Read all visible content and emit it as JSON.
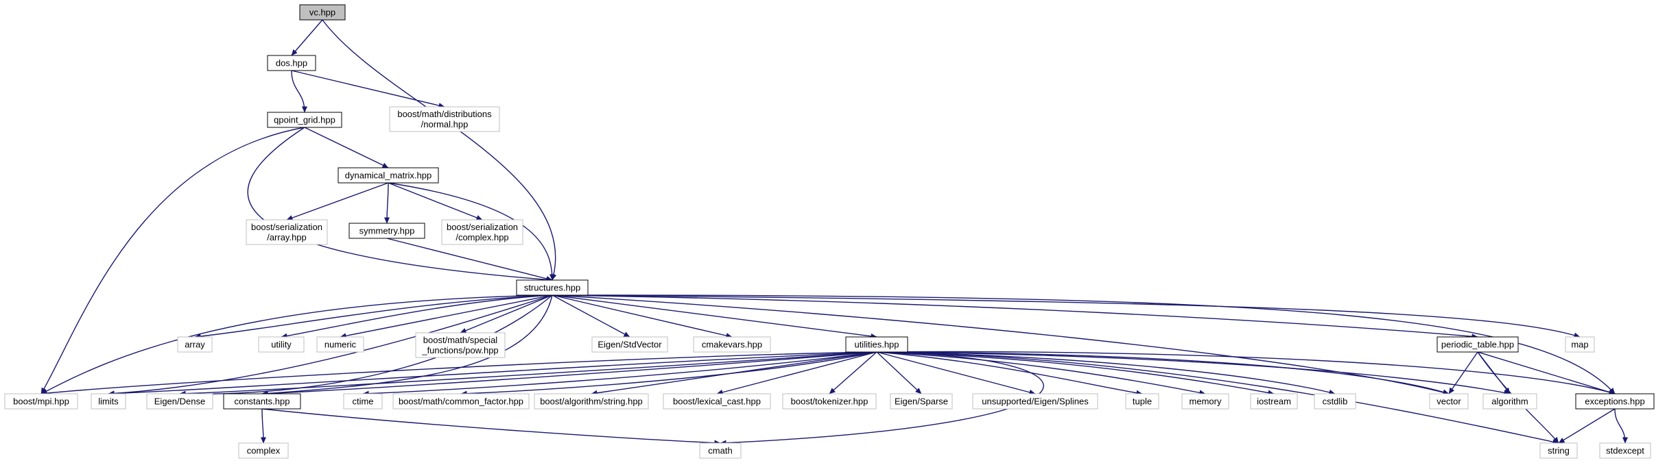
{
  "graph": {
    "colors": {
      "edge": "#191970",
      "root_fill": "#bfbfbf",
      "documented_border": "#000000",
      "external_border": "#bfbfbf",
      "background": "#ffffff"
    },
    "nodes": [
      {
        "id": "vc",
        "lines": [
          "vc.hpp"
        ],
        "kind": "root"
      },
      {
        "id": "dos",
        "lines": [
          "dos.hpp"
        ],
        "kind": "documented"
      },
      {
        "id": "normal",
        "lines": [
          "boost/math/distributions",
          "/normal.hpp"
        ],
        "kind": "external"
      },
      {
        "id": "qpoint",
        "lines": [
          "qpoint_grid.hpp"
        ],
        "kind": "documented"
      },
      {
        "id": "dynmat",
        "lines": [
          "dynamical_matrix.hpp"
        ],
        "kind": "documented"
      },
      {
        "id": "ser_array",
        "lines": [
          "boost/serialization",
          "/array.hpp"
        ],
        "kind": "external"
      },
      {
        "id": "symmetry",
        "lines": [
          "symmetry.hpp"
        ],
        "kind": "documented"
      },
      {
        "id": "ser_complex",
        "lines": [
          "boost/serialization",
          "/complex.hpp"
        ],
        "kind": "external"
      },
      {
        "id": "structures",
        "lines": [
          "structures.hpp"
        ],
        "kind": "documented"
      },
      {
        "id": "array",
        "lines": [
          "array"
        ],
        "kind": "external"
      },
      {
        "id": "utility",
        "lines": [
          "utility"
        ],
        "kind": "external"
      },
      {
        "id": "numeric",
        "lines": [
          "numeric"
        ],
        "kind": "external"
      },
      {
        "id": "pow",
        "lines": [
          "boost/math/special",
          "_functions/pow.hpp"
        ],
        "kind": "external"
      },
      {
        "id": "stdvector",
        "lines": [
          "Eigen/StdVector"
        ],
        "kind": "external"
      },
      {
        "id": "cmakevars",
        "lines": [
          "cmakevars.hpp"
        ],
        "kind": "external"
      },
      {
        "id": "utilities",
        "lines": [
          "utilities.hpp"
        ],
        "kind": "documented"
      },
      {
        "id": "periodic",
        "lines": [
          "periodic_table.hpp"
        ],
        "kind": "documented"
      },
      {
        "id": "map",
        "lines": [
          "map"
        ],
        "kind": "external"
      },
      {
        "id": "mpi",
        "lines": [
          "boost/mpi.hpp"
        ],
        "kind": "external"
      },
      {
        "id": "limits",
        "lines": [
          "limits"
        ],
        "kind": "external"
      },
      {
        "id": "dense",
        "lines": [
          "Eigen/Dense"
        ],
        "kind": "external"
      },
      {
        "id": "constants",
        "lines": [
          "constants.hpp"
        ],
        "kind": "documented"
      },
      {
        "id": "ctime",
        "lines": [
          "ctime"
        ],
        "kind": "external"
      },
      {
        "id": "common_factor",
        "lines": [
          "boost/math/common_factor.hpp"
        ],
        "kind": "external"
      },
      {
        "id": "algo_string",
        "lines": [
          "boost/algorithm/string.hpp"
        ],
        "kind": "external"
      },
      {
        "id": "lexical",
        "lines": [
          "boost/lexical_cast.hpp"
        ],
        "kind": "external"
      },
      {
        "id": "tokenizer",
        "lines": [
          "boost/tokenizer.hpp"
        ],
        "kind": "external"
      },
      {
        "id": "sparse",
        "lines": [
          "Eigen/Sparse"
        ],
        "kind": "external"
      },
      {
        "id": "splines",
        "lines": [
          "unsupported/Eigen/Splines"
        ],
        "kind": "external"
      },
      {
        "id": "tuple",
        "lines": [
          "tuple"
        ],
        "kind": "external"
      },
      {
        "id": "memory",
        "lines": [
          "memory"
        ],
        "kind": "external"
      },
      {
        "id": "iostream",
        "lines": [
          "iostream"
        ],
        "kind": "external"
      },
      {
        "id": "cstdlib",
        "lines": [
          "cstdlib"
        ],
        "kind": "external"
      },
      {
        "id": "vector",
        "lines": [
          "vector"
        ],
        "kind": "external"
      },
      {
        "id": "algorithm",
        "lines": [
          "algorithm"
        ],
        "kind": "external"
      },
      {
        "id": "exceptions",
        "lines": [
          "exceptions.hpp"
        ],
        "kind": "documented"
      },
      {
        "id": "complex",
        "lines": [
          "complex"
        ],
        "kind": "external"
      },
      {
        "id": "cmath",
        "lines": [
          "cmath"
        ],
        "kind": "external"
      },
      {
        "id": "string",
        "lines": [
          "string"
        ],
        "kind": "external"
      },
      {
        "id": "stdexcept",
        "lines": [
          "stdexcept"
        ],
        "kind": "external"
      }
    ],
    "edges": [
      [
        "vc",
        "dos"
      ],
      [
        "vc",
        "structures"
      ],
      [
        "dos",
        "normal"
      ],
      [
        "dos",
        "qpoint"
      ],
      [
        "qpoint",
        "dynmat"
      ],
      [
        "qpoint",
        "structures"
      ],
      [
        "qpoint",
        "mpi"
      ],
      [
        "dynmat",
        "ser_array"
      ],
      [
        "dynmat",
        "symmetry"
      ],
      [
        "dynmat",
        "ser_complex"
      ],
      [
        "dynmat",
        "structures"
      ],
      [
        "symmetry",
        "structures"
      ],
      [
        "structures",
        "array"
      ],
      [
        "structures",
        "utility"
      ],
      [
        "structures",
        "numeric"
      ],
      [
        "structures",
        "pow"
      ],
      [
        "structures",
        "stdvector"
      ],
      [
        "structures",
        "cmakevars"
      ],
      [
        "structures",
        "utilities"
      ],
      [
        "structures",
        "periodic"
      ],
      [
        "structures",
        "map"
      ],
      [
        "structures",
        "mpi"
      ],
      [
        "structures",
        "limits"
      ],
      [
        "structures",
        "dense"
      ],
      [
        "structures",
        "constants"
      ],
      [
        "structures",
        "vector"
      ],
      [
        "structures",
        "exceptions"
      ],
      [
        "utilities",
        "mpi"
      ],
      [
        "utilities",
        "limits"
      ],
      [
        "utilities",
        "dense"
      ],
      [
        "utilities",
        "constants"
      ],
      [
        "utilities",
        "ctime"
      ],
      [
        "utilities",
        "common_factor"
      ],
      [
        "utilities",
        "algo_string"
      ],
      [
        "utilities",
        "lexical"
      ],
      [
        "utilities",
        "tokenizer"
      ],
      [
        "utilities",
        "sparse"
      ],
      [
        "utilities",
        "splines"
      ],
      [
        "utilities",
        "tuple"
      ],
      [
        "utilities",
        "memory"
      ],
      [
        "utilities",
        "iostream"
      ],
      [
        "utilities",
        "cstdlib"
      ],
      [
        "utilities",
        "vector"
      ],
      [
        "utilities",
        "algorithm"
      ],
      [
        "utilities",
        "exceptions"
      ],
      [
        "utilities",
        "string"
      ],
      [
        "utilities",
        "cmath"
      ],
      [
        "periodic",
        "vector"
      ],
      [
        "periodic",
        "algorithm"
      ],
      [
        "periodic",
        "exceptions"
      ],
      [
        "periodic",
        "string"
      ],
      [
        "constants",
        "complex"
      ],
      [
        "constants",
        "cmath"
      ],
      [
        "exceptions",
        "string"
      ],
      [
        "exceptions",
        "stdexcept"
      ]
    ]
  }
}
